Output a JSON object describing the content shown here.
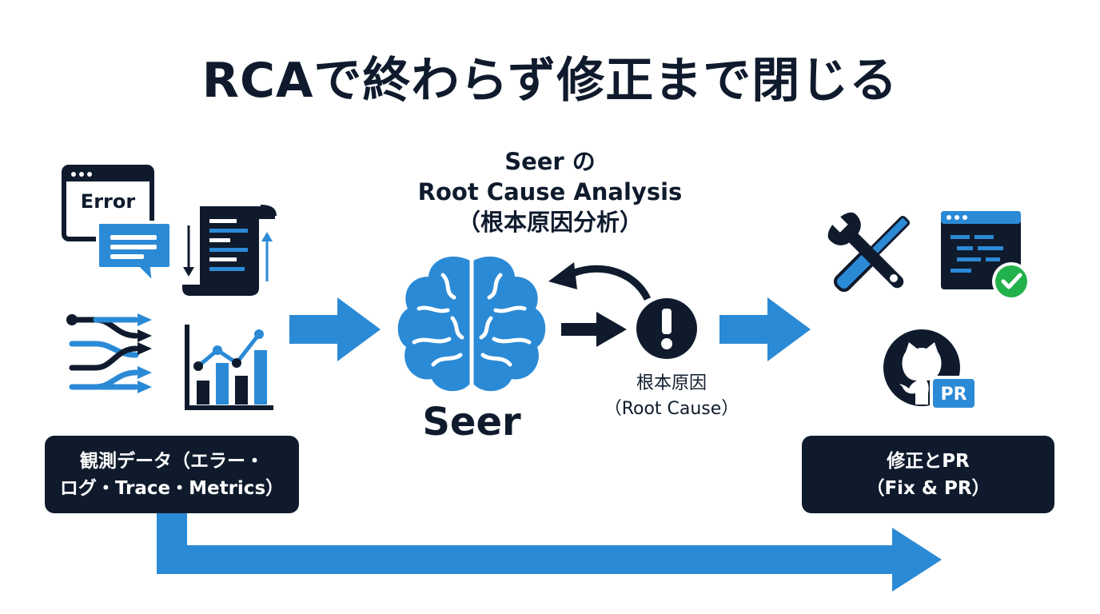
{
  "title": "RCAで終わらず修正まで閉じる",
  "seer_heading": {
    "line1": "Seer の",
    "line2": "Root Cause Analysis",
    "line3": "（根本原因分析）"
  },
  "seer_label": "Seer",
  "root_cause": {
    "line1": "根本原因",
    "line2": "（Root Cause）"
  },
  "observability_box": {
    "line1": "観測データ（エラー・",
    "line2": "ログ・Trace・Metrics）"
  },
  "fix_box": {
    "line1": "修正とPR",
    "line2": "（Fix & PR）"
  },
  "icons": {
    "error_window_label": "Error",
    "pr_badge_label": "PR"
  },
  "colors": {
    "navy": "#0f1b2d",
    "blue": "#2b8ad6",
    "green": "#22b24c",
    "white": "#ffffff"
  }
}
